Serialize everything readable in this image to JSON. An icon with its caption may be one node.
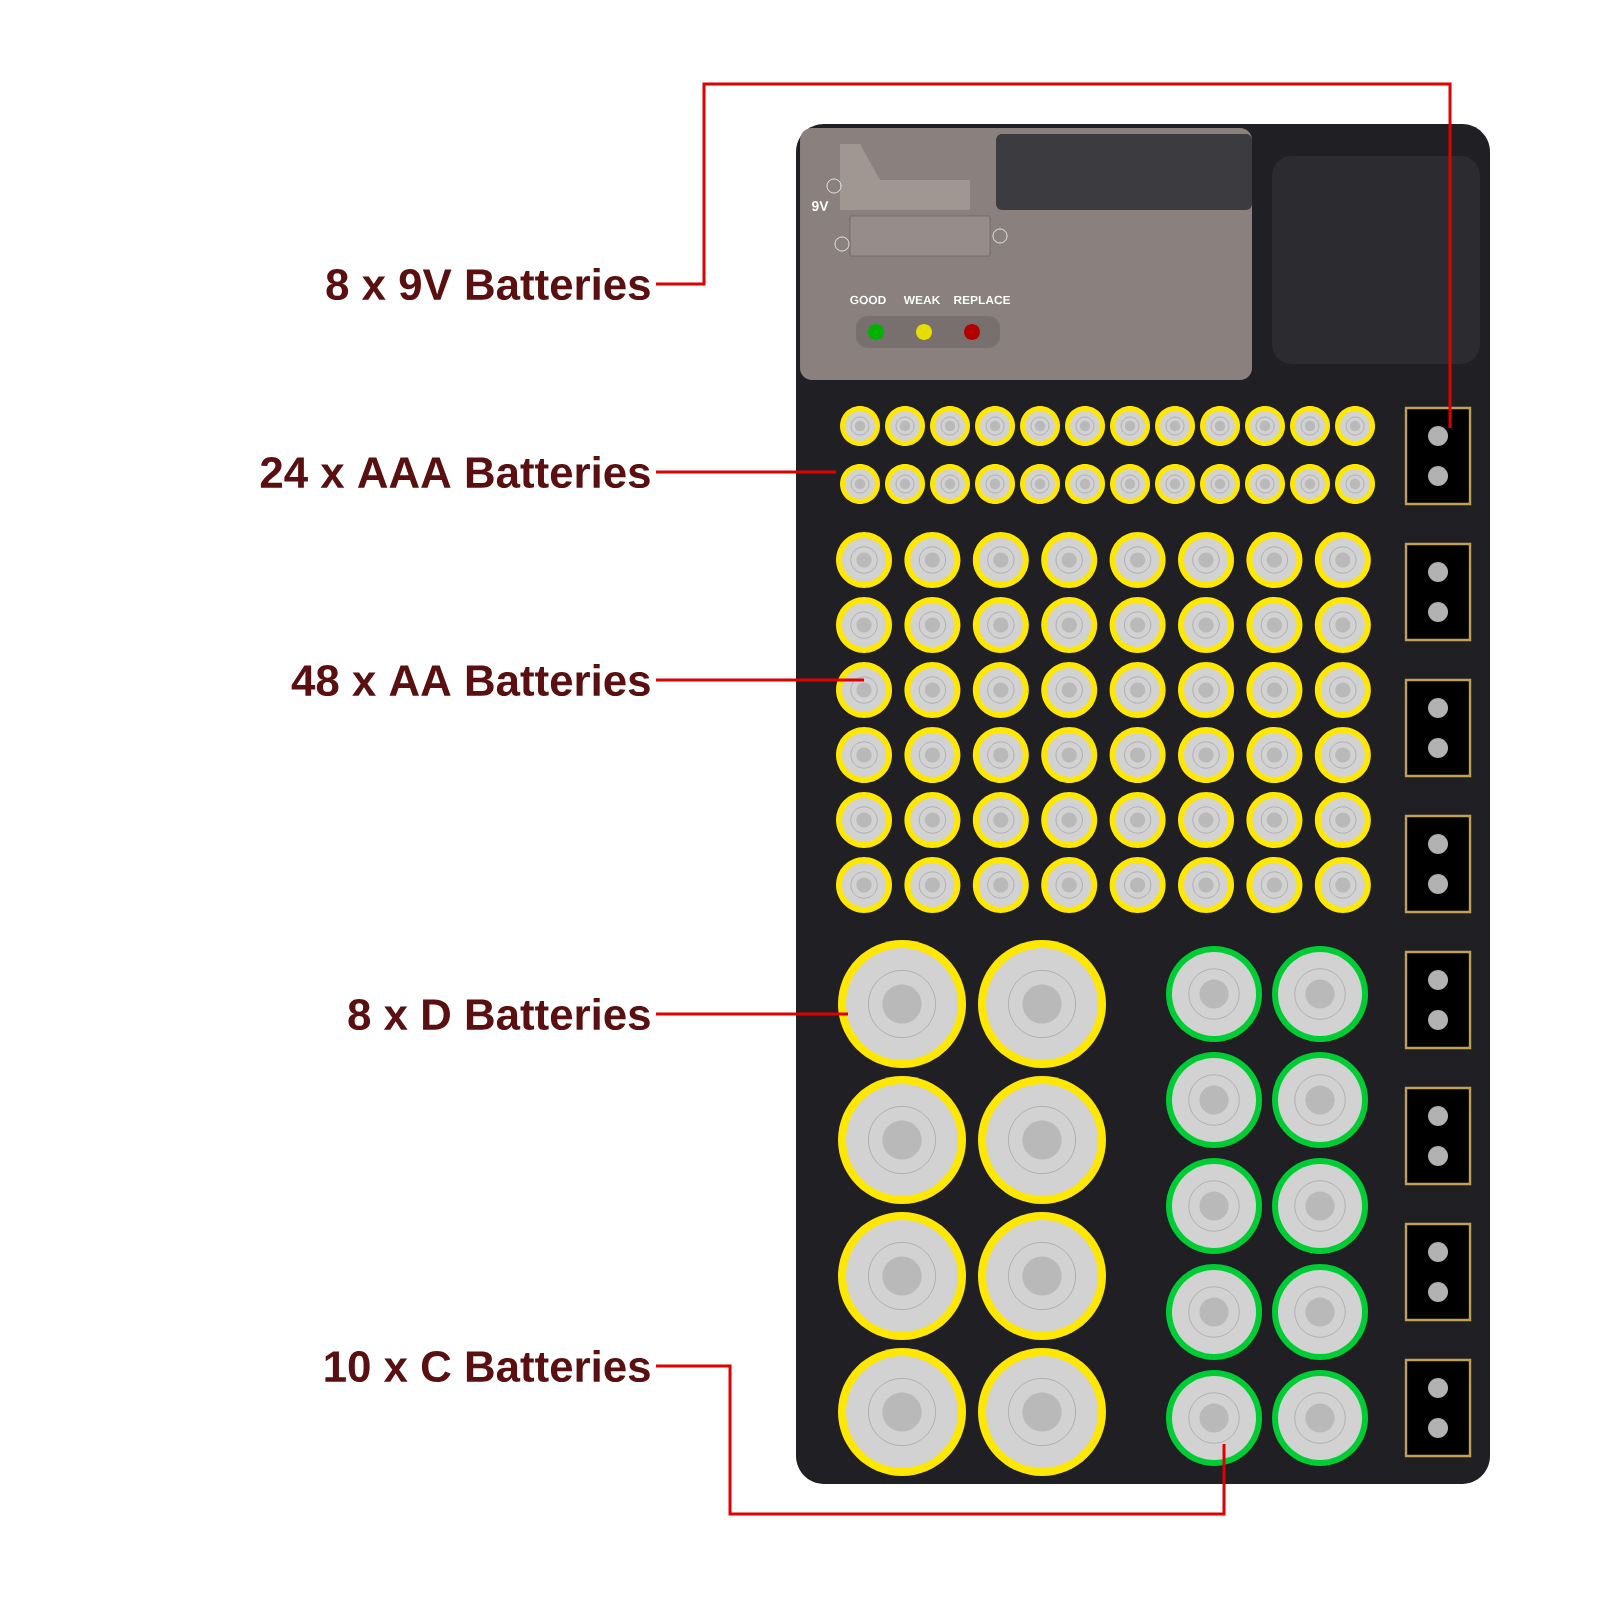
{
  "diagram": {
    "nodes": [
      {
        "text": [
          "8 x 9V Batteries"
        ]
      },
      {
        "text": [
          "24 x AAA Batteries"
        ]
      },
      {
        "text": [
          "48 x AA Batteries"
        ]
      },
      {
        "text": [
          "8 x D Batteries"
        ]
      },
      {
        "text": [
          "10 x C Batteries"
        ]
      }
    ],
    "edges": [
      {
        "from": 0,
        "to": null,
        "arrow": "none"
      },
      {
        "from": 1,
        "to": null,
        "arrow": "none"
      },
      {
        "from": 2,
        "to": null,
        "arrow": "none"
      },
      {
        "from": 3,
        "to": null,
        "arrow": "none"
      },
      {
        "from": 4,
        "to": null,
        "arrow": "none"
      }
    ],
    "labels": [
      "9V",
      "GOOD",
      "WEAK",
      "REPLACE"
    ]
  }
}
